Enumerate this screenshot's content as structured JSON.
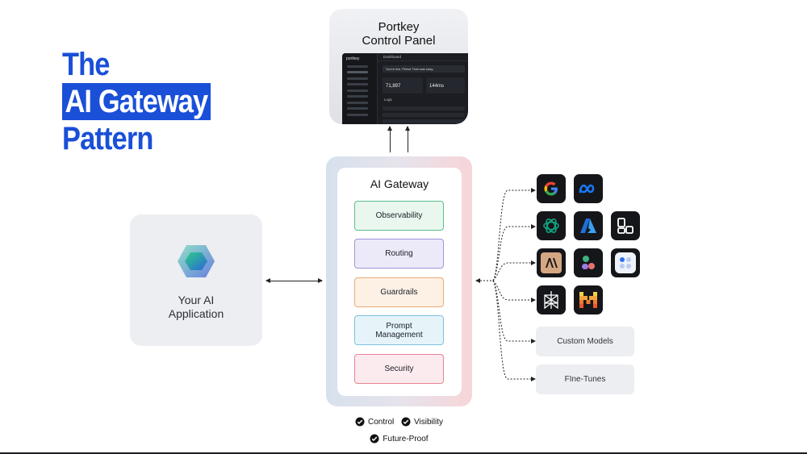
{
  "title": {
    "line1": "The",
    "line2": "AI Gateway",
    "line3": "Pattern"
  },
  "control_panel": {
    "title_line1": "Portkey",
    "title_line2": "Control Panel",
    "screenshot": {
      "logo": "portkey",
      "header": "Dashboard",
      "banner": "You're live. Phew! That was easy.",
      "stat1": "71,897",
      "stat2": "144ms",
      "logs_label": "Logs"
    }
  },
  "gateway": {
    "title": "AI Gateway",
    "features": [
      {
        "label": "Observability",
        "border": "#5cbf8c",
        "fill": "#e9f7ef"
      },
      {
        "label": "Routing",
        "border": "#a193db",
        "fill": "#eceaf8"
      },
      {
        "label": "Guardrails",
        "border": "#ecaa72",
        "fill": "#fdf1e6"
      },
      {
        "label": "Prompt\nManagement",
        "border": "#7cc2e0",
        "fill": "#e6f4fa"
      },
      {
        "label": "Security",
        "border": "#e98392",
        "fill": "#fcebee"
      }
    ]
  },
  "app": {
    "label_line1": "Your AI",
    "label_line2": "Application"
  },
  "providers": {
    "icons": [
      "google-icon",
      "meta-icon",
      "openai-icon",
      "azure-icon",
      "layout-icon",
      "anthropic-icon",
      "circles-icon",
      "grid-dots-icon",
      "perplexity-icon",
      "mistral-icon"
    ],
    "custom_models": "Custom Models",
    "fine_tunes": "FIne-Tunes"
  },
  "badges": {
    "control": "Control",
    "visibility": "Visibility",
    "future_proof": "Future-Proof"
  }
}
